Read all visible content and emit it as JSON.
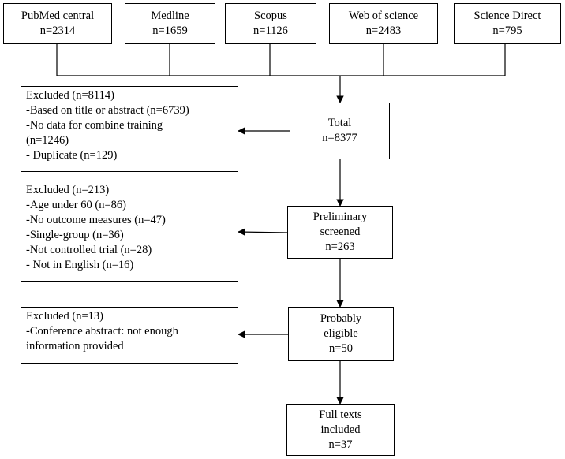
{
  "sources": [
    {
      "name": "PubMed central",
      "count": "n=2314"
    },
    {
      "name": "Medline",
      "count": "n=1659"
    },
    {
      "name": "Scopus",
      "count": "n=1126"
    },
    {
      "name": "Web of science",
      "count": "n=2483"
    },
    {
      "name": "Science Direct",
      "count": "n=795"
    }
  ],
  "total": {
    "lines": [
      "Total",
      "n=8377"
    ]
  },
  "preliminary": {
    "lines": [
      "Preliminary",
      "screened",
      "n=263"
    ]
  },
  "probably": {
    "lines": [
      "Probably",
      "eligible",
      "n=50"
    ]
  },
  "fulltext": {
    "lines": [
      "Full texts",
      "included",
      "n=37"
    ]
  },
  "excluded1": {
    "lines": [
      "Excluded (n=8114)",
      "-Based on title or abstract (n=6739)",
      "-No data for combine training",
      "(n=1246)",
      "- Duplicate (n=129)"
    ]
  },
  "excluded2": {
    "lines": [
      "Excluded (n=213)",
      "-Age under 60 (n=86)",
      "-No outcome measures (n=47)",
      "-Single-group (n=36)",
      "-Not controlled trial (n=28)",
      "- Not in English (n=16)"
    ]
  },
  "excluded3": {
    "lines": [
      "Excluded (n=13)",
      "-Conference abstract: not enough",
      "information provided"
    ]
  }
}
